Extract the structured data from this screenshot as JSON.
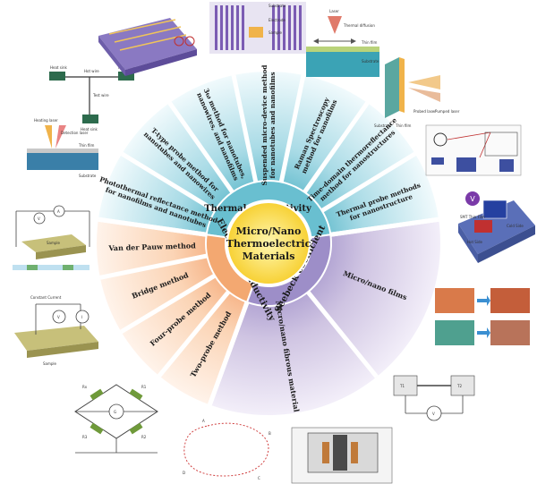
{
  "center": {
    "line1": "Micro/Nano",
    "line2": "Thermoelectric",
    "line3": "Materials"
  },
  "categories": {
    "thermal": "Thermal conductivity",
    "electrical": "Electrical Conductivity",
    "seebeck": "Seebeck coefficient"
  },
  "thermal_methods": [
    [
      "Photothermal reflectance method",
      "for nanofilms and nanotubes"
    ],
    [
      "T-type probe method for",
      "nanotubes and nanowires"
    ],
    [
      "3ω method for nanotubes,",
      "nanowires, and nanofilms"
    ],
    [
      "Suspended micro-device method",
      "for nanotubes and nanofilms"
    ],
    [
      "Raman Spectroscopy",
      "method for nanofilms"
    ],
    [
      "Time-domain thermoreflectance",
      "method for nanostructures"
    ],
    [
      "Thermal probe methods",
      "for nanostructure"
    ]
  ],
  "electrical_methods": [
    "Two-probe method",
    "Four-probe method",
    "Bridge method",
    "Van der Pauw method"
  ],
  "seebeck_methods": [
    "Micro/nano films",
    "Micro/nano fibrous material"
  ],
  "figure_text": {
    "tdtr_laser": "Laser",
    "tdtr_diffusion": "Thermal diffusion",
    "tdtr_film": "Thin film",
    "tdtr_substrate": "Substrate",
    "suspended_substrate": "Substrate",
    "suspended_electrode": "Electrode",
    "suspended_sample": "Sample",
    "ttype_heat_sink_1": "Heat sink",
    "ttype_heat_sink_2": "Heat sink",
    "ttype_heat_sink_3": "Heat sink",
    "ttype_hot_wire": "Hot wire",
    "ttype_test_wire": "Test wire",
    "ptr_heating": "Heating laser",
    "ptr_detection": "Detection laser",
    "ptr_film": "Thin film",
    "ptr_substrate": "Substrate",
    "tp_substrate": "Substrate",
    "tp_film": "Thin film",
    "tp_probe": "Probed laser",
    "tp_pumped": "Pumped laser",
    "two_probe_sample": "Sample",
    "two_probe_v": "V",
    "two_probe_a": "A",
    "four_probe_cc": "Constant Current",
    "four_probe_sample": "Sample",
    "four_probe_v": "V",
    "four_probe_i": "I",
    "bridge_g": "G",
    "bridge_r1": "R1",
    "bridge_r2": "R2",
    "bridge_rx": "Rx",
    "bridge_r3": "R3",
    "vdp_a": "A",
    "vdp_b": "B",
    "vdp_c": "C",
    "vdp_d": "D",
    "seebeck_v": "V",
    "seebeck_hot": "Hot Side",
    "seebeck_cold": "Cold Side",
    "seebeck_film": "SMT Thin Film",
    "fiber_t1": "T1",
    "fiber_t2": "T2",
    "fiber_v": "V"
  },
  "colors": {
    "thermal_band": "#a9dbe6",
    "thermal_ring": "#2a9ab0",
    "electrical_band": "#fbd4b5",
    "electrical_ring": "#f0a06c",
    "seebeck_band": "#cfc4e2",
    "seebeck_ring": "#8f7fbf",
    "center": "#ffd84d"
  }
}
